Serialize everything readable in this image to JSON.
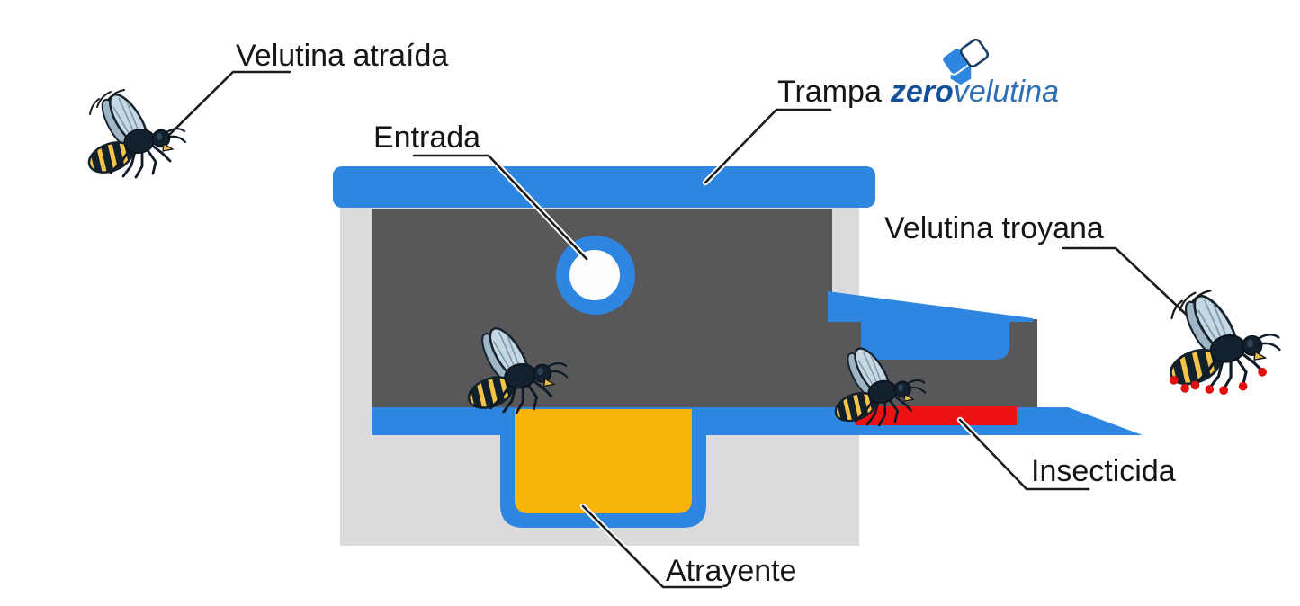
{
  "title_row": {
    "trampa": "Trampa",
    "brand_zero": "zero",
    "brand_velutina": "velutina"
  },
  "labels": {
    "velutina_atraida": "Velutina atraída",
    "entrada": "Entrada",
    "velutina_troyana": "Velutina troyana",
    "insecticida": "Insecticida",
    "atrayente": "Atrayente"
  },
  "colors": {
    "background": "#FFFFFF",
    "blue": "#2E86E0",
    "dark_gray": "#58585A",
    "light_gray": "#DBDBDD",
    "yellow": "#F8B40A",
    "red": "#EC1212",
    "hole_white": "#FDFDFE",
    "line": "#1C1C1C",
    "text": "#151515",
    "brand_zero_blue": "#134F9B",
    "brand_velutina_blue": "#2E6FB5",
    "logo_navy": "#1C3D66"
  },
  "icons": {
    "brand_logo": "two-tilted-cards-over-hexagon",
    "wasp_attracted": "flying-asian-hornet",
    "wasp_inside": "asian-hornet-walking-to-attractant",
    "wasp_on_insecticide": "asian-hornet-on-insecticide-strip",
    "wasp_trojan": "flying-asian-hornet-with-red-insecticide-particles"
  }
}
